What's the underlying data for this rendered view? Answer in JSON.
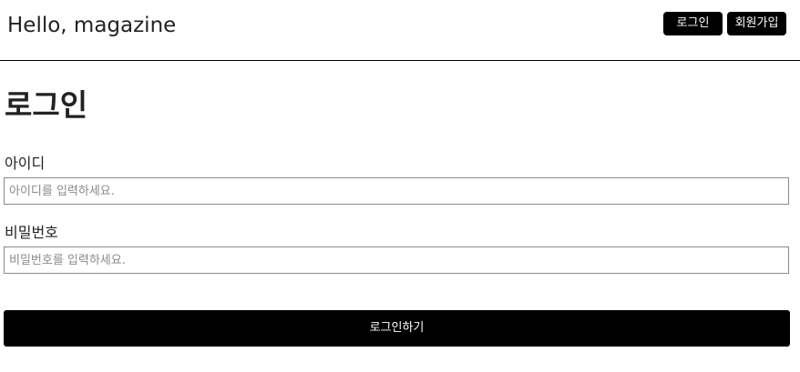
{
  "header": {
    "brand": "Hello, magazine",
    "login_label": "로그인",
    "signup_label": "회원가입"
  },
  "main": {
    "title": "로그인",
    "id_field": {
      "label": "아이디",
      "value": "",
      "placeholder": "아이디를 입력하세요."
    },
    "password_field": {
      "label": "비밀번호",
      "value": "",
      "placeholder": "비밀번호를 입력하세요."
    },
    "submit_label": "로그인하기"
  },
  "colors": {
    "button_bg": "#000000",
    "button_text": "#ffffff",
    "text": "#222222",
    "input_border": "#8a8a8a"
  }
}
